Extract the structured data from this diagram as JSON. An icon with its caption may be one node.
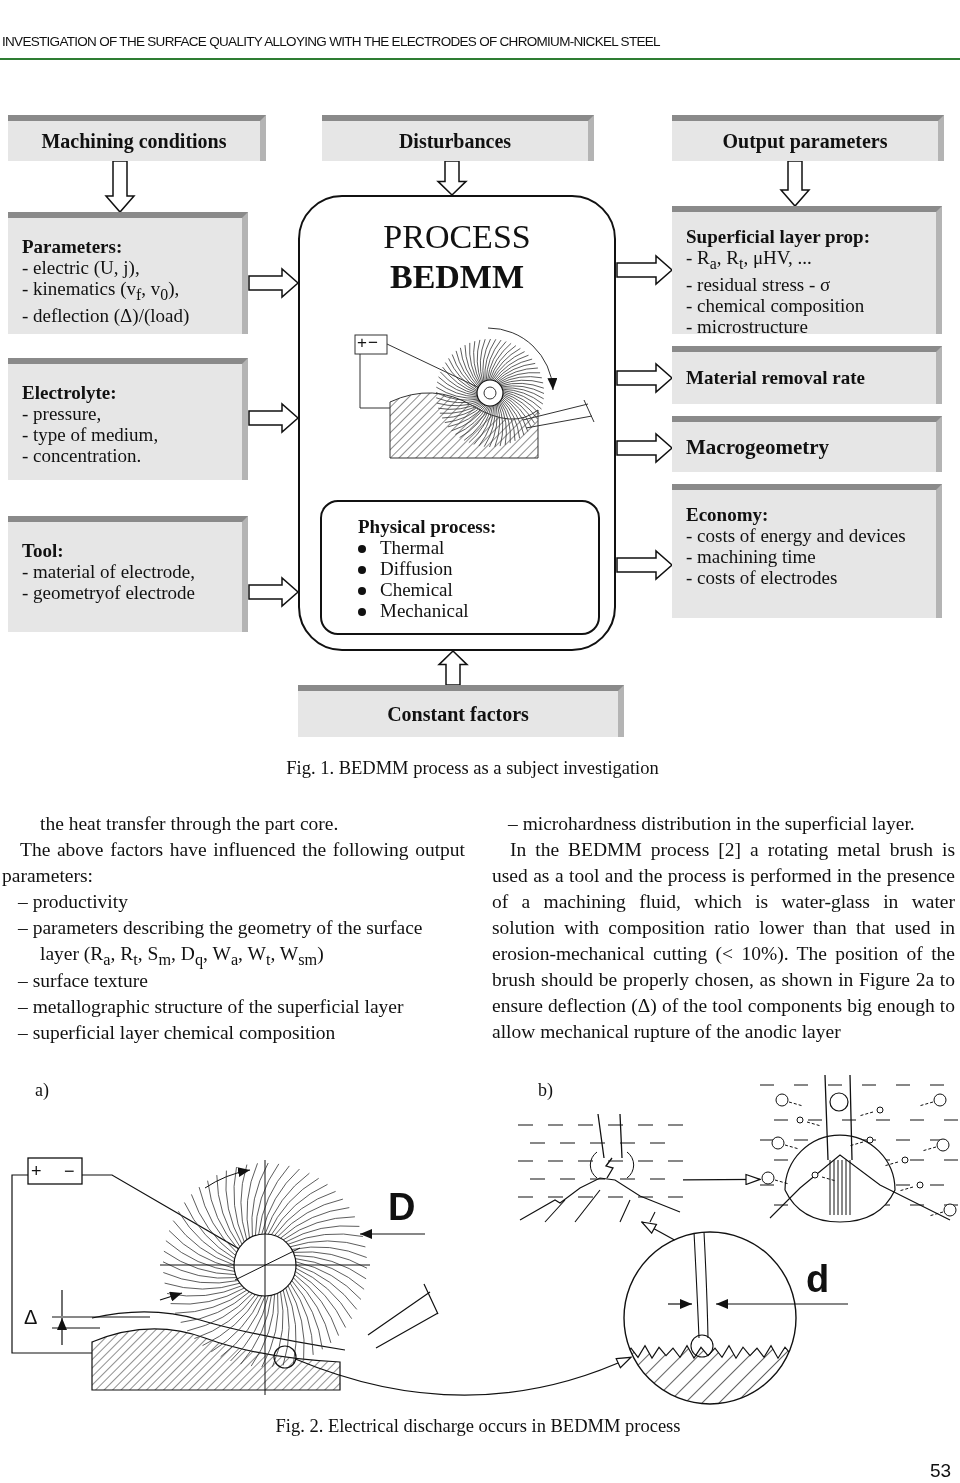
{
  "diagram": {
    "nodes": [
      {
        "text": [
          "Machining conditions"
        ]
      },
      {
        "text": [
          "Disturbances"
        ]
      },
      {
        "text": [
          "Output parameters"
        ]
      },
      {
        "text": [
          "Parameters:",
          "- electric (U, j),",
          "- kinematics (v$_{f}$, v$_{0}$),",
          "- deflection (Δ)/(load)"
        ]
      },
      {
        "text": [
          "Electrolyte:",
          "- pressure,",
          "- type of medium,",
          "- concentration."
        ]
      },
      {
        "text": [
          "Tool:",
          "- material of electrode,",
          "- geometryof electrode"
        ]
      },
      {
        "text": [
          "PROCESS",
          "BEDMM"
        ]
      },
      {
        "text": [
          "Physical process:",
          "Thermal",
          "Diffusion",
          "Chemical",
          "Mechanical"
        ],
        "in": 6
      },
      {
        "text": [
          "Superficial layer prop:",
          "- R$_{a}$, R$_{t}$, μHV, ...",
          "- residual stress - σ",
          "- chemical composition",
          "- microstructure"
        ]
      },
      {
        "text": [
          "Material removal rate"
        ]
      },
      {
        "text": [
          "Macrogeometry"
        ]
      },
      {
        "text": [
          "Economy:",
          "- costs of energy and devices",
          "- machining time",
          "- costs of electrodes"
        ]
      },
      {
        "text": [
          "Constant factors"
        ]
      },
      {
        "text": [],
        "shape": "circle"
      },
      {
        "text": [],
        "shape": "circle"
      },
      {
        "text": [],
        "shape": "picture"
      },
      {
        "text": [],
        "shape": "picture"
      }
    ],
    "edges": [
      {
        "from": 0,
        "to": 3,
        "arrow": "to"
      },
      {
        "from": 1,
        "to": 6,
        "arrow": "to"
      },
      {
        "from": 2,
        "to": 8,
        "arrow": "to"
      },
      {
        "from": 3,
        "to": 6,
        "arrow": "to"
      },
      {
        "from": 4,
        "to": 6,
        "arrow": "to"
      },
      {
        "from": 5,
        "to": 6,
        "arrow": "to"
      },
      {
        "from": 6,
        "to": 8,
        "arrow": "to"
      },
      {
        "from": 6,
        "to": 9,
        "arrow": "to"
      },
      {
        "from": 6,
        "to": 10,
        "arrow": "to"
      },
      {
        "from": 6,
        "to": 11,
        "arrow": "to"
      },
      {
        "from": 12,
        "to": 6,
        "arrow": "to"
      },
      {
        "from": 13,
        "to": 14,
        "arrow": "to"
      },
      {
        "from": 14,
        "to": 15,
        "arrow": "to"
      },
      {
        "from": 15,
        "to": 16,
        "arrow": "to"
      }
    ],
    "labels": [
      "INVESTIGATION OF THE SURFACE QUALITY ALLOYING WITH THE ELECTRODES OF CHROMIUM-NICKEL STEEL",
      "+−",
      "Fig. 1. BEDMM process as a subject investigation",
      "the heat transfer through the part core.",
      "The above factors have influenced the following output parameters:",
      "– productivity",
      "– parameters describing the geometry of the surface layer (R$_{a}$, R$_{t}$, S$_{m}$, D$_{q}$, W$_{a}$, W$_{t}$, W$_{sm}$)",
      "– surface texture",
      "– metallographic structure of the superficial layer",
      "– superficial layer chemical composition",
      "– microhardness distribution in the superficial layer.",
      "In the BEDMM process [2] a rotating metal brush is used as a tool and the process is performed in the presence of a machining fluid, which is water-glass in water solution with composition ratio lower than that used in erosion-mechanical cutting (< 10%). The position of the brush should be properly chosen, as shown in Figure 2a to ensure deflection (Δ) of the tool components big enough to allow mechanical rupture of the anodic layer",
      "a)",
      "b)",
      "+",
      "−",
      "D",
      "d",
      "Δ",
      "Fig. 2. Electrical discharge occurs in BEDMM process",
      "53"
    ]
  }
}
